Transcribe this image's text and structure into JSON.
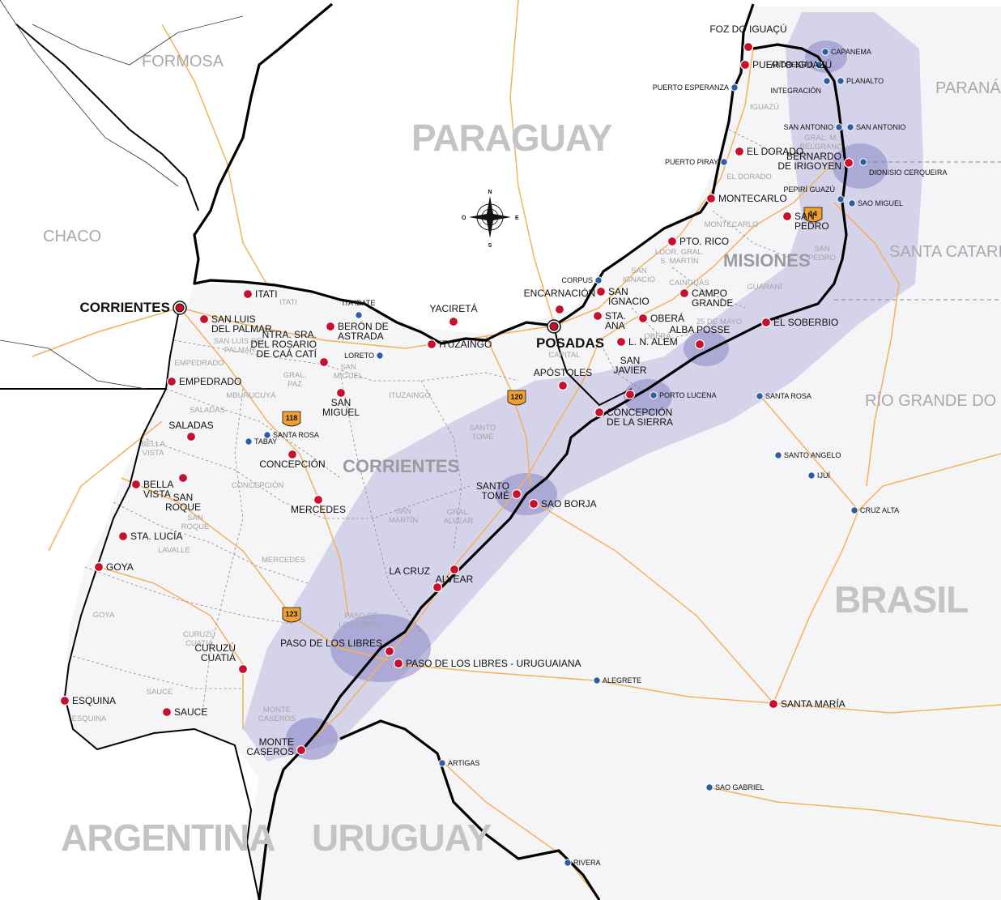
{
  "colors": {
    "background": "#ffffff",
    "border": "#000000",
    "road": "#f2b25c",
    "dept_line": "#888888",
    "zone_fill": "#b9b6dd",
    "zone_core": "#8c87c6",
    "city_argentina": "#c8102e",
    "city_brasil": "#2b5fa0",
    "label_grey": "#a9a9ad",
    "route_shield": "#f0a030"
  },
  "countries": [
    {
      "id": "paraguay",
      "text": "PARAGUAY"
    },
    {
      "id": "brasil",
      "text": "BRASIL"
    },
    {
      "id": "argentina",
      "text": "ARGENTINA"
    },
    {
      "id": "uruguay",
      "text": "URUGUAY"
    }
  ],
  "regions": [
    {
      "id": "formosa",
      "text": "FORMOSA"
    },
    {
      "id": "chaco",
      "text": "CHACO"
    },
    {
      "id": "parana",
      "text": "PARANÁ"
    },
    {
      "id": "santa-catarina",
      "text": "SANTA CATARINA"
    },
    {
      "id": "rio-grande-do-sul",
      "text": "RÍO GRANDE DO SUL"
    }
  ],
  "provinces": [
    {
      "id": "corrientes",
      "text": "CORRIENTES"
    },
    {
      "id": "misiones",
      "text": "MISIONES"
    }
  ],
  "compass": {
    "n": "N",
    "s": "S",
    "e": "E",
    "o": "O",
    "icon": "compass-rose-icon"
  },
  "routes": [
    {
      "id": "118",
      "text": "118"
    },
    {
      "id": "120",
      "text": "120"
    },
    {
      "id": "123",
      "text": "123"
    },
    {
      "id": "14",
      "text": "14"
    }
  ],
  "cities_red": [
    {
      "id": "corrientes",
      "lines": [
        "CORRIENTES"
      ]
    },
    {
      "id": "posadas",
      "lines": [
        "POSADAS"
      ]
    },
    {
      "id": "itati",
      "lines": [
        "ITATI"
      ]
    },
    {
      "id": "san-luis-del-palmar",
      "lines": [
        "SAN LUIS",
        "DEL PALMAR"
      ]
    },
    {
      "id": "beron-de-astrada",
      "lines": [
        "BERÓN DE",
        "ASTRADA"
      ]
    },
    {
      "id": "ntra-sra-del-rosario",
      "lines": [
        "NTRA. SRA.",
        "DEL ROSARIO",
        "DE CAÁ CATÍ"
      ]
    },
    {
      "id": "empedrado",
      "lines": [
        "EMPEDRADO"
      ]
    },
    {
      "id": "san-miguel",
      "lines": [
        "SAN",
        "MIGUEL"
      ]
    },
    {
      "id": "saladas",
      "lines": [
        "SALADAS"
      ]
    },
    {
      "id": "concepcion",
      "lines": [
        "CONCEPCIÓN"
      ]
    },
    {
      "id": "bella-vista",
      "lines": [
        "BELLA",
        "VISTA"
      ]
    },
    {
      "id": "san-roque",
      "lines": [
        "SAN",
        "ROQUE"
      ]
    },
    {
      "id": "mercedes",
      "lines": [
        "MERCEDES"
      ]
    },
    {
      "id": "sta-lucia",
      "lines": [
        "STA. LUCÍA"
      ]
    },
    {
      "id": "goya",
      "lines": [
        "GOYA"
      ]
    },
    {
      "id": "curuzu-cuatia",
      "lines": [
        "CURUZÚ",
        "CUATIÁ"
      ]
    },
    {
      "id": "esquina",
      "lines": [
        "ESQUINA"
      ]
    },
    {
      "id": "sauce",
      "lines": [
        "SAUCE"
      ]
    },
    {
      "id": "monte-caseros",
      "lines": [
        "MONTE",
        "CASEROS"
      ]
    },
    {
      "id": "paso-de-los-libres",
      "lines": [
        "PASO DE LOS LIBRES"
      ]
    },
    {
      "id": "paso-de-los-libres-uruguaiana",
      "lines": [
        "PASO DE LOS LIBRES - URUGUAIANA"
      ]
    },
    {
      "id": "la-cruz",
      "lines": [
        "LA CRUZ"
      ]
    },
    {
      "id": "alvear",
      "lines": [
        "ALVEAR"
      ]
    },
    {
      "id": "santo-tome",
      "lines": [
        "SANTO",
        "TOMÉ"
      ]
    },
    {
      "id": "yacireta",
      "lines": [
        "YACIRETÁ"
      ]
    },
    {
      "id": "ituzaingo",
      "lines": [
        "ITUZAINGÓ"
      ]
    },
    {
      "id": "encarnacion",
      "lines": [
        "ENCARNACIÓN"
      ]
    },
    {
      "id": "san-ignacio",
      "lines": [
        "SAN",
        "IGNACIO"
      ]
    },
    {
      "id": "sta-ana",
      "lines": [
        "STA.",
        "ANA"
      ]
    },
    {
      "id": "obera",
      "lines": [
        "OBERÁ"
      ]
    },
    {
      "id": "ln-alem",
      "lines": [
        "L. N. ALEM"
      ]
    },
    {
      "id": "apostoles",
      "lines": [
        "APÓSTOLES"
      ]
    },
    {
      "id": "san-javier",
      "lines": [
        "SAN",
        "JAVIER"
      ]
    },
    {
      "id": "concepcion-de-la-sierra",
      "lines": [
        "CONCEPCIÓN",
        "DE LA SIERRA"
      ]
    },
    {
      "id": "alba-posse",
      "lines": [
        "ALBA POSSE"
      ]
    },
    {
      "id": "campo-grande",
      "lines": [
        "CAMPO",
        "GRANDE"
      ]
    },
    {
      "id": "el-soberbio",
      "lines": [
        "EL SOBERBIO"
      ]
    },
    {
      "id": "pto-rico",
      "lines": [
        "PTO. RICO"
      ]
    },
    {
      "id": "montecarlo",
      "lines": [
        "MONTECARLO"
      ]
    },
    {
      "id": "el-dorado",
      "lines": [
        "EL DORADO"
      ]
    },
    {
      "id": "san-pedro",
      "lines": [
        "SAN",
        "PEDRO"
      ]
    },
    {
      "id": "bernardo-de-irigoyen",
      "lines": [
        "BERNARDO",
        "DE IRIGOYEN"
      ]
    },
    {
      "id": "puerto-iguazu",
      "lines": [
        "PUERTO IGUAZÚ"
      ]
    },
    {
      "id": "foz-do-iguacu",
      "lines": [
        "FOZ DO IGUAÇÚ"
      ]
    },
    {
      "id": "sao-borja",
      "lines": [
        "SAO BORJA"
      ]
    },
    {
      "id": "santa-maria",
      "lines": [
        "SANTA MARÍA"
      ]
    }
  ],
  "cities_blue": [
    {
      "id": "ita-ibate",
      "text": "ITA IBATE"
    },
    {
      "id": "loreto",
      "text": "LORETO"
    },
    {
      "id": "santa-rosa-ar",
      "text": "SANTA ROSA"
    },
    {
      "id": "tabay",
      "text": "TABAY"
    },
    {
      "id": "corpus",
      "text": "CORPUS"
    },
    {
      "id": "porto-lucena",
      "text": "PORTO LUCENA"
    },
    {
      "id": "santa-rosa-br",
      "text": "SANTA ROSA"
    },
    {
      "id": "santo-angelo",
      "text": "SANTO ANGELO"
    },
    {
      "id": "ijui",
      "text": "IJUÍ"
    },
    {
      "id": "cruz-alta",
      "text": "CRUZ ALTA"
    },
    {
      "id": "alegrete",
      "text": "ALEGRETE"
    },
    {
      "id": "artigas",
      "text": "ARTIGAS"
    },
    {
      "id": "sao-gabriel",
      "text": "SAO GABRIEL"
    },
    {
      "id": "rivera",
      "text": "RIVERA"
    },
    {
      "id": "puerto-esperanza",
      "text": "PUERTO ESPERANZA"
    },
    {
      "id": "puerto-piray",
      "text": "PUERTO PIRAY"
    },
    {
      "id": "capanema",
      "text": "CAPANEMA"
    },
    {
      "id": "andresito",
      "text": "ANDRESITO"
    },
    {
      "id": "planalto",
      "text": "PLANALTO"
    },
    {
      "id": "integracion",
      "text": "INTEGRACIÓN"
    },
    {
      "id": "san-antonio-ar",
      "text": "SAN ANTONIO"
    },
    {
      "id": "san-antonio-br",
      "text": "SAN ANTONIO"
    },
    {
      "id": "dionisio-cerqueira",
      "text": "DIONISIO CERQUEIRA"
    },
    {
      "id": "pepiri-guazu",
      "text": "PEPIRÍ GUAZÚ"
    },
    {
      "id": "sao-miguel",
      "text": "SAO MIGUEL"
    }
  ],
  "departments": [
    {
      "id": "d-itati",
      "lines": [
        "ITATI"
      ]
    },
    {
      "id": "d-san-luis-del-palmar",
      "lines": [
        "SAN LUIS DEL",
        "PALMAR"
      ]
    },
    {
      "id": "d-empedrado",
      "lines": [
        "EMPEDRADO"
      ]
    },
    {
      "id": "d-san-miguel",
      "lines": [
        "SAN",
        "MIGUEL"
      ]
    },
    {
      "id": "d-gral-paz",
      "lines": [
        "GRAL.",
        "PAZ"
      ]
    },
    {
      "id": "d-mburucuya",
      "lines": [
        "MBURUCUYÁ"
      ]
    },
    {
      "id": "d-saladas",
      "lines": [
        "SALADAS"
      ]
    },
    {
      "id": "d-bella-vista",
      "lines": [
        "BELLA",
        "VISTA"
      ]
    },
    {
      "id": "d-concepcion",
      "lines": [
        "CONCEPCIÓN"
      ]
    },
    {
      "id": "d-san-roque",
      "lines": [
        "SAN",
        "ROQUE"
      ]
    },
    {
      "id": "d-lavalle",
      "lines": [
        "LAVALLE"
      ]
    },
    {
      "id": "d-mercedes",
      "lines": [
        "MERCEDES"
      ]
    },
    {
      "id": "d-goya",
      "lines": [
        "GOYA"
      ]
    },
    {
      "id": "d-curuzu-cuatia",
      "lines": [
        "CURUZÚ",
        "CUATIÁ"
      ]
    },
    {
      "id": "d-sauce",
      "lines": [
        "SAUCE"
      ]
    },
    {
      "id": "d-esquina",
      "lines": [
        "ESQUINA"
      ]
    },
    {
      "id": "d-monte-caseros",
      "lines": [
        "MONTE",
        "CASEROS"
      ]
    },
    {
      "id": "d-paso-de-los-libres",
      "lines": [
        "PASO DE",
        "LOS LIBRES"
      ]
    },
    {
      "id": "d-san-martin",
      "lines": [
        "SAN",
        "MARTÍN"
      ]
    },
    {
      "id": "d-gral-alvear",
      "lines": [
        "GRAL.",
        "ALVEAR"
      ]
    },
    {
      "id": "d-santo-tome",
      "lines": [
        "SANTO",
        "TOMÉ"
      ]
    },
    {
      "id": "d-ituzaingo",
      "lines": [
        "ITUZAINGÓ"
      ]
    },
    {
      "id": "d-capital",
      "lines": [
        "CAPITAL"
      ]
    },
    {
      "id": "d-san-ignacio",
      "lines": [
        "SAN",
        "IGNACIO"
      ]
    },
    {
      "id": "d-ldor-gral-san-martin",
      "lines": [
        "LDOR. GRAL.",
        "S. MARTÍN"
      ]
    },
    {
      "id": "d-cainguas",
      "lines": [
        "CAINGUÁS"
      ]
    },
    {
      "id": "d-obera",
      "lines": [
        "OBERÁ"
      ]
    },
    {
      "id": "d-25-de-mayo",
      "lines": [
        "25 DE MAYO"
      ]
    },
    {
      "id": "d-guarani",
      "lines": [
        "GUARANÍ"
      ]
    },
    {
      "id": "d-montecarlo",
      "lines": [
        "MONTECARLO"
      ]
    },
    {
      "id": "d-el-dorado",
      "lines": [
        "EL DORADO"
      ]
    },
    {
      "id": "d-san-pedro",
      "lines": [
        "SAN",
        "PEDRO"
      ]
    },
    {
      "id": "d-iguazu",
      "lines": [
        "IGUAZÚ"
      ]
    },
    {
      "id": "d-gral-m-belgrano",
      "lines": [
        "GRAL. M.",
        "BELGRANO"
      ]
    }
  ]
}
